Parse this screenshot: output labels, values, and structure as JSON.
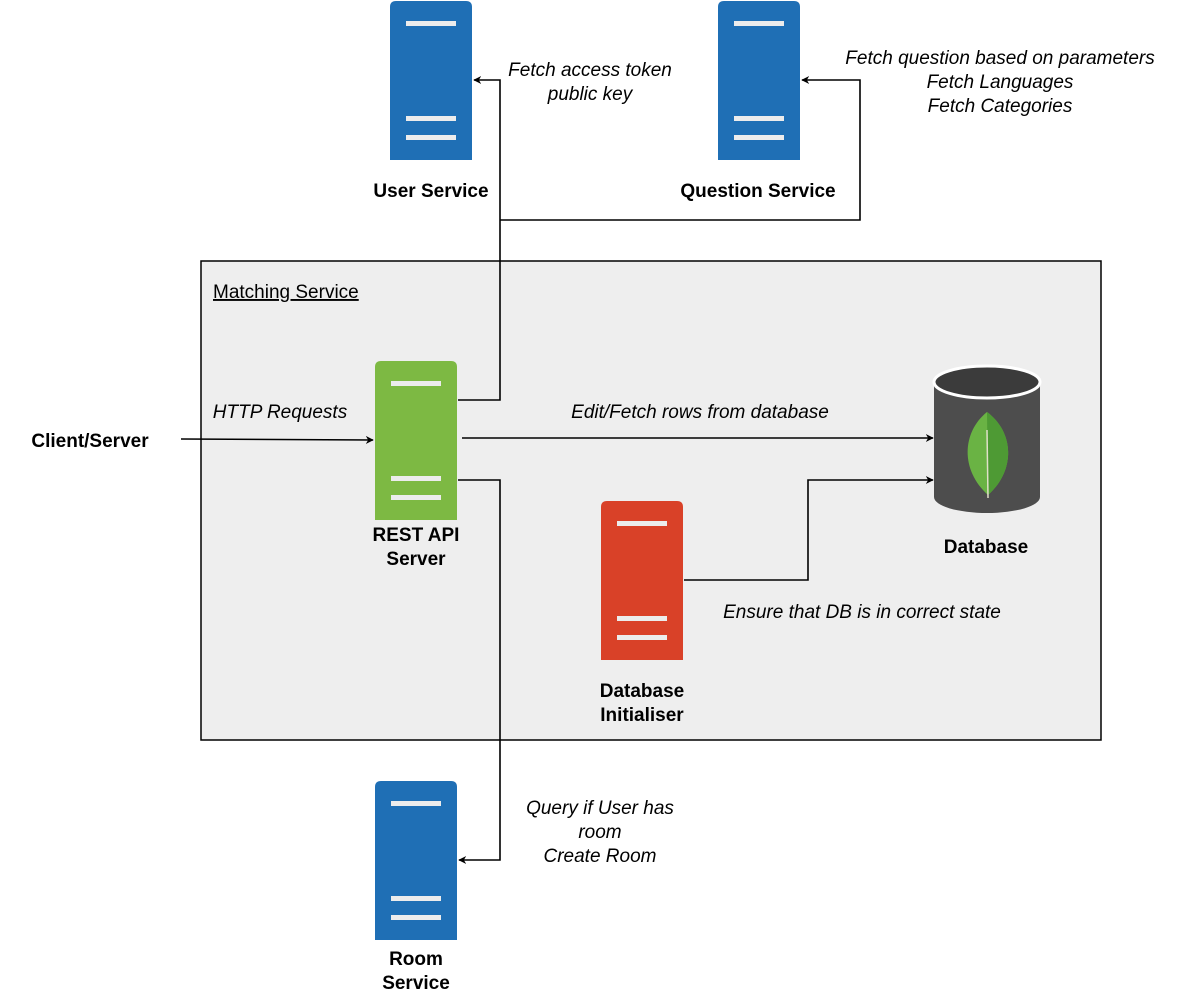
{
  "colors": {
    "server_blue": "#1f6fb5",
    "server_green": "#7db943",
    "server_red": "#d94128",
    "db_body": "#4d4d4d",
    "db_top": "#3b3b3b",
    "leaf_light": "#6ab344",
    "leaf_dark": "#4e9a34",
    "container_fill": "#eeeeee",
    "container_stroke": "#000000",
    "edge": "#000000"
  },
  "icons": {
    "server": "server-icon",
    "database": "mongodb-database-icon"
  },
  "container": {
    "title": "Matching Service"
  },
  "nodes": {
    "user_service": {
      "label": "User Service",
      "icon": "server-icon"
    },
    "question_service": {
      "label": "Question Service",
      "icon": "server-icon"
    },
    "client": {
      "label": "Client/Server"
    },
    "rest_api": {
      "label_line1": "REST API",
      "label_line2": "Server",
      "icon": "server-icon"
    },
    "database": {
      "label": "Database",
      "icon": "mongodb-database-icon"
    },
    "db_initialiser": {
      "label_line1": "Database",
      "label_line2": "Initialiser",
      "icon": "server-icon"
    },
    "room_service": {
      "label_line1": "Room",
      "label_line2": "Service",
      "icon": "server-icon"
    }
  },
  "edges": {
    "to_user_service": {
      "line1": "Fetch access token",
      "line2": "public key"
    },
    "to_question_service": {
      "line1": "Fetch question based on parameters",
      "line2": "Fetch Languages",
      "line3": "Fetch Categories"
    },
    "http_requests": {
      "label": "HTTP Requests"
    },
    "to_database": {
      "label": "Edit/Fetch rows from database"
    },
    "init_to_database": {
      "label": "Ensure that DB is in correct state"
    },
    "to_room_service": {
      "line1": "Query if User has",
      "line2": "room",
      "line3": "Create Room"
    }
  }
}
